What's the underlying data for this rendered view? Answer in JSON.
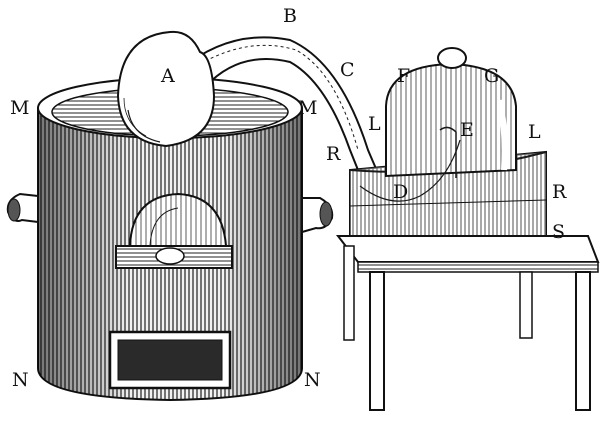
{
  "figure": {
    "labels": {
      "A": "A",
      "B": "B",
      "C": "C",
      "D": "D",
      "E": "E",
      "F": "F",
      "G": "G",
      "L_left": "L",
      "L_right": "L",
      "M_left": "M",
      "M_right": "M",
      "N_left": "N",
      "N_right": "N",
      "R_left": "R",
      "R_right": "R",
      "S": "S"
    }
  }
}
